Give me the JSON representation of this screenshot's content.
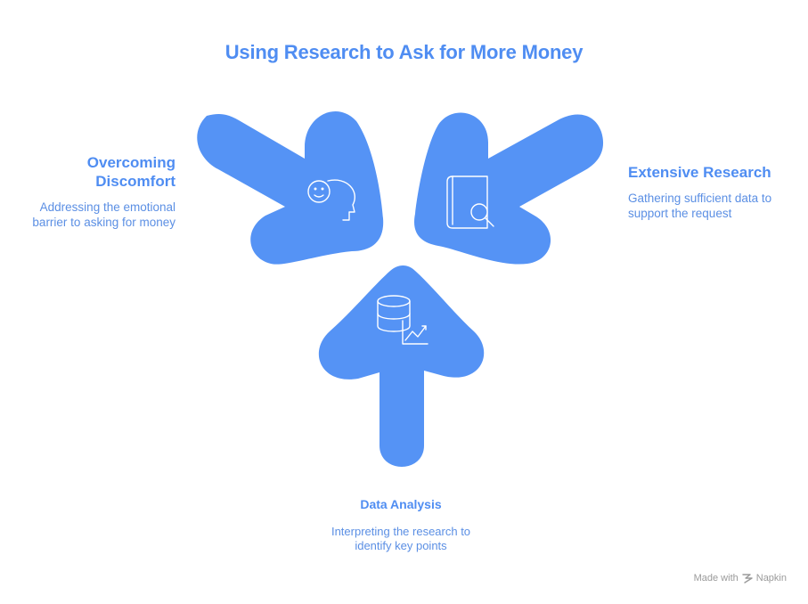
{
  "title": "Using Research to Ask for More Money",
  "colors": {
    "arrow_fill": "#5593f5",
    "heading": "#4f8df2",
    "text": "#5b8fe4",
    "icon_stroke": "#ffffff"
  },
  "nodes": [
    {
      "id": "overcoming-discomfort",
      "title": "Overcoming Discomfort",
      "title_line1": "Overcoming",
      "title_line2": "Discomfort",
      "desc_line1": "Addressing the emotional",
      "desc_line2": "barrier to asking for money",
      "icon": "person-smile-icon"
    },
    {
      "id": "extensive-research",
      "title": "Extensive Research",
      "desc_line1": "Gathering sufficient data to",
      "desc_line2": "support the request",
      "icon": "book-magnifier-icon"
    },
    {
      "id": "data-analysis",
      "title": "Data Analysis",
      "desc_line1": "Interpreting the research to",
      "desc_line2": "identify key points",
      "icon": "database-chart-icon"
    }
  ],
  "footer": {
    "made_with": "Made with",
    "brand": "Napkin",
    "brand_icon": "napkin-logo-icon"
  }
}
